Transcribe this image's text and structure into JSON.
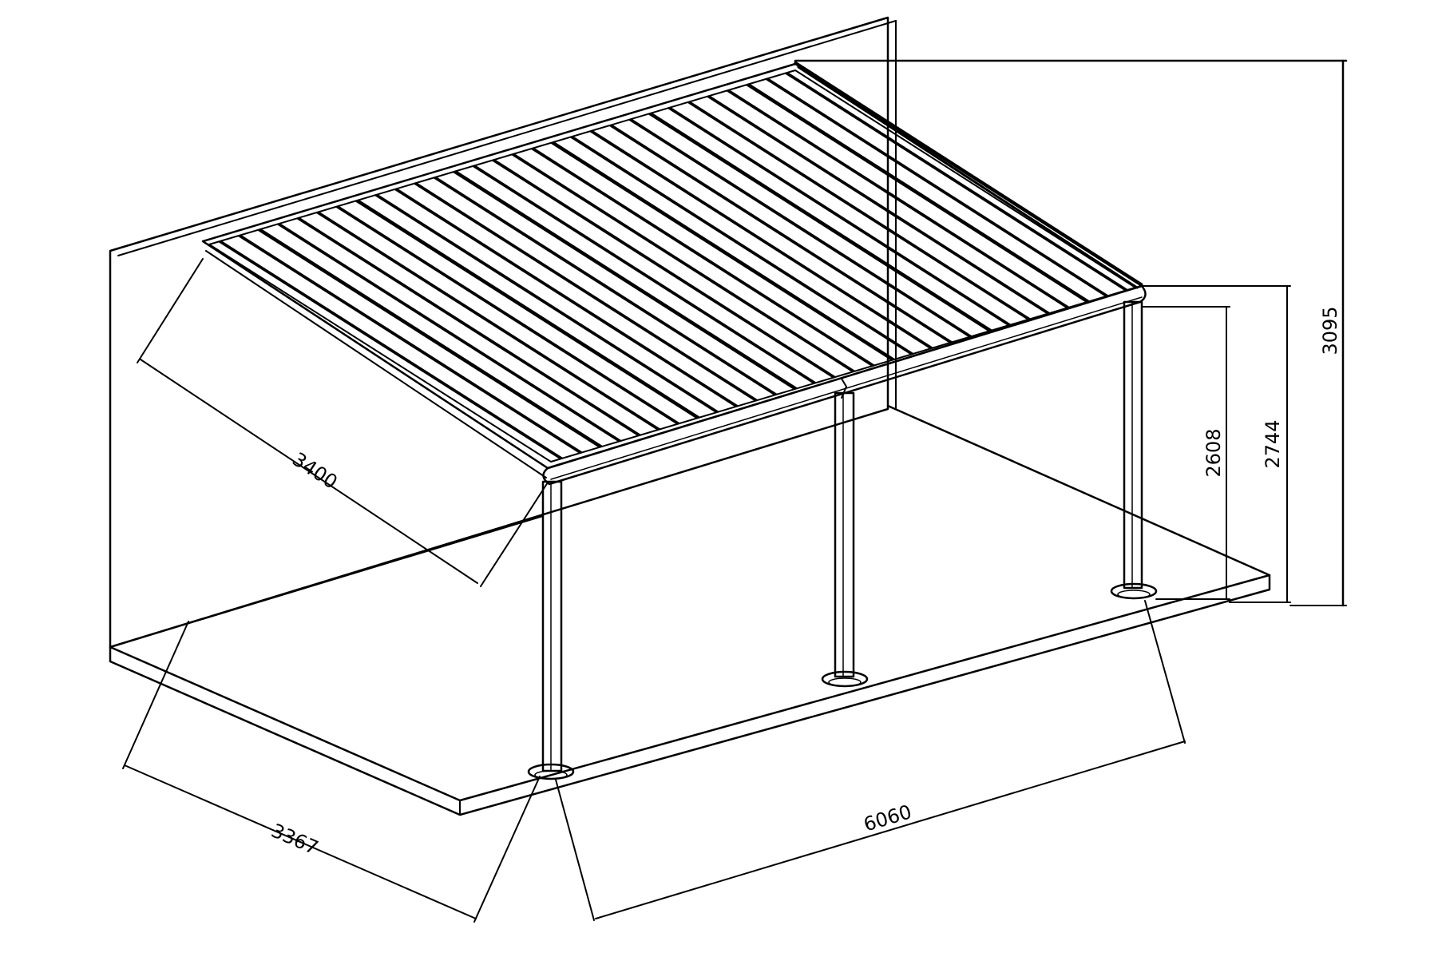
{
  "diagram": {
    "subject": "louvered-pergola-wall-mounted",
    "louver_count": 30,
    "dimensions": {
      "roof_depth": "3400",
      "base_depth": "3367",
      "width": "6060",
      "clear_height": "2608",
      "beam_height": "2744",
      "total_height": "3095"
    }
  },
  "colors": {
    "line": "#000000",
    "background": "#ffffff"
  }
}
